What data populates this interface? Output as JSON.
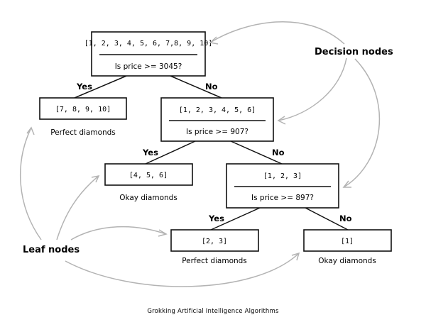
{
  "diagram": {
    "root": {
      "set": "[1, 2, 3, 4, 5, 6, 7,8, 9, 10]",
      "question": "Is price >= 3045?"
    },
    "node2": {
      "set": "[1, 2, 3, 4, 5, 6]",
      "question": "Is price >= 907?"
    },
    "node3": {
      "set": "[1, 2, 3]",
      "question": "Is price >= 897?"
    },
    "leaf1": {
      "set": "[7, 8, 9, 10]",
      "label": "Perfect diamonds"
    },
    "leaf2": {
      "set": "[4, 5, 6]",
      "label": "Okay diamonds"
    },
    "leaf3": {
      "set": "[2, 3]",
      "label": "Perfect diamonds"
    },
    "leaf4": {
      "set": "[1]",
      "label": "Okay diamonds"
    },
    "edges": {
      "yes": "Yes",
      "no": "No"
    },
    "legend": {
      "decision": "Decision nodes",
      "leaf": "Leaf nodes"
    },
    "footer": "Grokking Artificial Intelligence Algorithms",
    "colors": {
      "ink": "#111111",
      "arrow": "#b3b3b3"
    }
  }
}
